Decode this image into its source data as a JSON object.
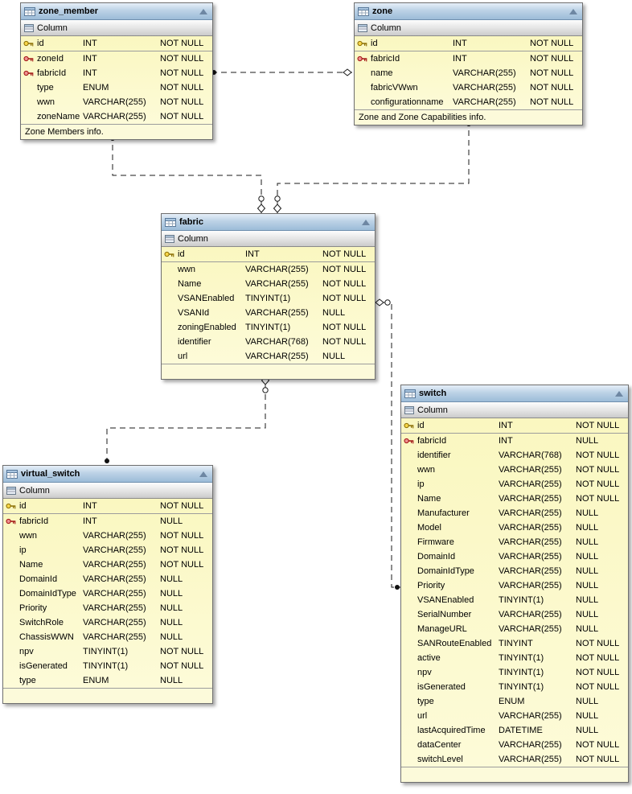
{
  "diagram": {
    "kind": "database-er-diagram",
    "background": "#ffffff",
    "table_body_color": "#fbf8c8",
    "header_color": "#9cbcd8",
    "pk_icon_color": "#f7d64a",
    "fk_icon_color": "#e89090"
  },
  "tables": [
    {
      "id": "zone_member",
      "title": "zone_member",
      "section_label": "Column",
      "footer": "Zone Members info.",
      "rows": [
        {
          "icon": "pk",
          "name": "id",
          "type": "INT",
          "nullable": "NOT NULL"
        },
        {
          "icon": "fk",
          "name": "zoneId",
          "type": "INT",
          "nullable": "NOT NULL"
        },
        {
          "icon": "fk",
          "name": "fabricId",
          "type": "INT",
          "nullable": "NOT NULL"
        },
        {
          "icon": "",
          "name": "type",
          "type": "ENUM",
          "nullable": "NOT NULL"
        },
        {
          "icon": "",
          "name": "wwn",
          "type": "VARCHAR(255)",
          "nullable": "NOT NULL"
        },
        {
          "icon": "",
          "name": "zoneName",
          "type": "VARCHAR(255)",
          "nullable": "NOT NULL"
        }
      ]
    },
    {
      "id": "zone",
      "title": "zone",
      "section_label": "Column",
      "footer": "Zone and Zone Capabilities info.",
      "rows": [
        {
          "icon": "pk",
          "name": "id",
          "type": "INT",
          "nullable": "NOT NULL"
        },
        {
          "icon": "fk",
          "name": "fabricId",
          "type": "INT",
          "nullable": "NOT NULL"
        },
        {
          "icon": "",
          "name": "name",
          "type": "VARCHAR(255)",
          "nullable": "NOT NULL"
        },
        {
          "icon": "",
          "name": "fabricVWwn",
          "type": "VARCHAR(255)",
          "nullable": "NOT NULL"
        },
        {
          "icon": "",
          "name": "configurationname",
          "type": "VARCHAR(255)",
          "nullable": "NOT NULL"
        }
      ]
    },
    {
      "id": "fabric",
      "title": "fabric",
      "section_label": "Column",
      "footer": "",
      "rows": [
        {
          "icon": "pk",
          "name": "id",
          "type": "INT",
          "nullable": "NOT NULL"
        },
        {
          "icon": "",
          "name": "wwn",
          "type": "VARCHAR(255)",
          "nullable": "NOT NULL"
        },
        {
          "icon": "",
          "name": "Name",
          "type": "VARCHAR(255)",
          "nullable": "NOT NULL"
        },
        {
          "icon": "",
          "name": "VSANEnabled",
          "type": "TINYINT(1)",
          "nullable": "NOT NULL"
        },
        {
          "icon": "",
          "name": "VSANId",
          "type": "VARCHAR(255)",
          "nullable": "NULL"
        },
        {
          "icon": "",
          "name": "zoningEnabled",
          "type": "TINYINT(1)",
          "nullable": "NOT NULL"
        },
        {
          "icon": "",
          "name": "identifier",
          "type": "VARCHAR(768)",
          "nullable": "NOT NULL"
        },
        {
          "icon": "",
          "name": "url",
          "type": "VARCHAR(255)",
          "nullable": "NULL"
        }
      ]
    },
    {
      "id": "virtual_switch",
      "title": "virtual_switch",
      "section_label": "Column",
      "footer": "",
      "rows": [
        {
          "icon": "pk",
          "name": "id",
          "type": "INT",
          "nullable": "NOT NULL"
        },
        {
          "icon": "fk",
          "name": "fabricId",
          "type": "INT",
          "nullable": "NULL"
        },
        {
          "icon": "",
          "name": "wwn",
          "type": "VARCHAR(255)",
          "nullable": "NOT NULL"
        },
        {
          "icon": "",
          "name": "ip",
          "type": "VARCHAR(255)",
          "nullable": "NOT NULL"
        },
        {
          "icon": "",
          "name": "Name",
          "type": "VARCHAR(255)",
          "nullable": "NOT NULL"
        },
        {
          "icon": "",
          "name": "DomainId",
          "type": "VARCHAR(255)",
          "nullable": "NULL"
        },
        {
          "icon": "",
          "name": "DomainIdType",
          "type": "VARCHAR(255)",
          "nullable": "NULL"
        },
        {
          "icon": "",
          "name": "Priority",
          "type": "VARCHAR(255)",
          "nullable": "NULL"
        },
        {
          "icon": "",
          "name": "SwitchRole",
          "type": "VARCHAR(255)",
          "nullable": "NULL"
        },
        {
          "icon": "",
          "name": "ChassisWWN",
          "type": "VARCHAR(255)",
          "nullable": "NULL"
        },
        {
          "icon": "",
          "name": "npv",
          "type": "TINYINT(1)",
          "nullable": "NOT NULL"
        },
        {
          "icon": "",
          "name": "isGenerated",
          "type": "TINYINT(1)",
          "nullable": "NOT NULL"
        },
        {
          "icon": "",
          "name": "type",
          "type": "ENUM",
          "nullable": "NULL"
        }
      ]
    },
    {
      "id": "switch",
      "title": "switch",
      "section_label": "Column",
      "footer": "",
      "rows": [
        {
          "icon": "pk",
          "name": "id",
          "type": "INT",
          "nullable": "NOT NULL"
        },
        {
          "icon": "fk",
          "name": "fabricId",
          "type": "INT",
          "nullable": "NULL"
        },
        {
          "icon": "",
          "name": "identifier",
          "type": "VARCHAR(768)",
          "nullable": "NOT NULL"
        },
        {
          "icon": "",
          "name": "wwn",
          "type": "VARCHAR(255)",
          "nullable": "NOT NULL"
        },
        {
          "icon": "",
          "name": "ip",
          "type": "VARCHAR(255)",
          "nullable": "NOT NULL"
        },
        {
          "icon": "",
          "name": "Name",
          "type": "VARCHAR(255)",
          "nullable": "NOT NULL"
        },
        {
          "icon": "",
          "name": "Manufacturer",
          "type": "VARCHAR(255)",
          "nullable": "NULL"
        },
        {
          "icon": "",
          "name": "Model",
          "type": "VARCHAR(255)",
          "nullable": "NULL"
        },
        {
          "icon": "",
          "name": "Firmware",
          "type": "VARCHAR(255)",
          "nullable": "NULL"
        },
        {
          "icon": "",
          "name": "DomainId",
          "type": "VARCHAR(255)",
          "nullable": "NULL"
        },
        {
          "icon": "",
          "name": "DomainIdType",
          "type": "VARCHAR(255)",
          "nullable": "NULL"
        },
        {
          "icon": "",
          "name": "Priority",
          "type": "VARCHAR(255)",
          "nullable": "NULL"
        },
        {
          "icon": "",
          "name": "VSANEnabled",
          "type": "TINYINT(1)",
          "nullable": "NULL"
        },
        {
          "icon": "",
          "name": "SerialNumber",
          "type": "VARCHAR(255)",
          "nullable": "NULL"
        },
        {
          "icon": "",
          "name": "ManageURL",
          "type": "VARCHAR(255)",
          "nullable": "NULL"
        },
        {
          "icon": "",
          "name": "SANRouteEnabled",
          "type": "TINYINT",
          "nullable": "NOT NULL"
        },
        {
          "icon": "",
          "name": "active",
          "type": "TINYINT(1)",
          "nullable": "NOT NULL"
        },
        {
          "icon": "",
          "name": "npv",
          "type": "TINYINT(1)",
          "nullable": "NOT NULL"
        },
        {
          "icon": "",
          "name": "isGenerated",
          "type": "TINYINT(1)",
          "nullable": "NOT NULL"
        },
        {
          "icon": "",
          "name": "type",
          "type": "ENUM",
          "nullable": "NULL"
        },
        {
          "icon": "",
          "name": "url",
          "type": "VARCHAR(255)",
          "nullable": "NULL"
        },
        {
          "icon": "",
          "name": "lastAcquiredTime",
          "type": "DATETIME",
          "nullable": "NULL"
        },
        {
          "icon": "",
          "name": "dataCenter",
          "type": "VARCHAR(255)",
          "nullable": "NOT NULL"
        },
        {
          "icon": "",
          "name": "switchLevel",
          "type": "VARCHAR(255)",
          "nullable": "NOT NULL"
        }
      ]
    }
  ],
  "relationships": [
    {
      "name": "zone_member-zone",
      "from_table": "zone_member",
      "to_table": "zone",
      "style": "dashed"
    },
    {
      "name": "zone_member-fabric",
      "from_table": "zone_member",
      "to_table": "fabric",
      "style": "dashed"
    },
    {
      "name": "zone-fabric",
      "from_table": "zone",
      "to_table": "fabric",
      "style": "dashed"
    },
    {
      "name": "virtual_switch-fabric",
      "from_table": "virtual_switch",
      "to_table": "fabric",
      "style": "dashed"
    },
    {
      "name": "switch-fabric",
      "from_table": "switch",
      "to_table": "fabric",
      "style": "dashed"
    }
  ]
}
